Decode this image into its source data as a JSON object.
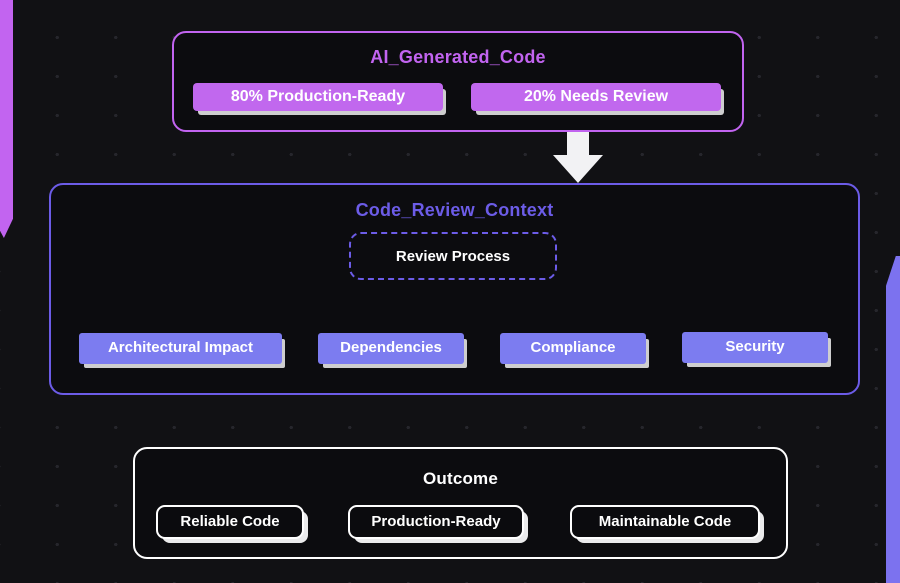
{
  "theme": {
    "background": "#111114",
    "panel_fill": "#0c0c0f",
    "magenta": "#c264f0",
    "violet": "#6c5ce7",
    "chip_magenta": "#c168ee",
    "chip_violet": "#7c7cf0",
    "white": "#ffffff",
    "dot_grid": "#26262c"
  },
  "ai_generated": {
    "title": "AI_Generated_Code",
    "chips": [
      {
        "label": "80% Production-Ready"
      },
      {
        "label": "20% Needs Review"
      }
    ]
  },
  "code_review_context": {
    "title": "Code_Review_Context",
    "process_node": "Review Process",
    "branches": [
      {
        "label": "Architectural Impact"
      },
      {
        "label": "Dependencies"
      },
      {
        "label": "Compliance"
      },
      {
        "label": "Security"
      }
    ]
  },
  "outcome": {
    "title": "Outcome",
    "left_node": "Reliable Code",
    "center_node": "Production-Ready",
    "right_node": "Maintainable Code"
  }
}
